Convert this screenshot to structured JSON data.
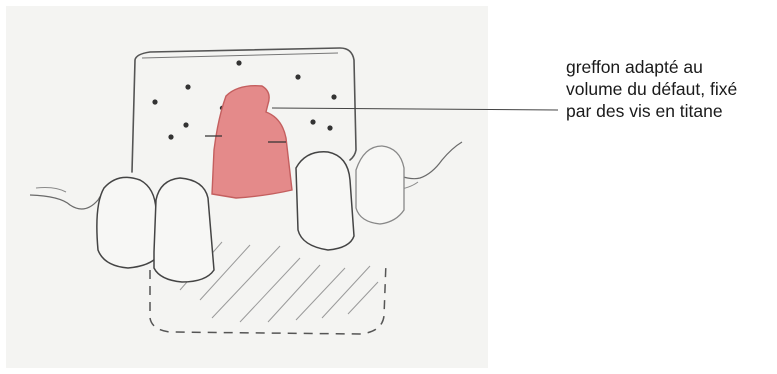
{
  "annotation": {
    "lines": [
      "greffon adapté au",
      "volume du défaut, fixé",
      "par des vis en titane"
    ]
  },
  "colors": {
    "paper": "#f4f4f2",
    "pencil": "#505050",
    "graft": "#e48a8a",
    "graft_edge": "#c45f5f",
    "leader": "#444444"
  },
  "figure": {
    "subject": "pencil sketch of dental bone graft fixed by titanium screws",
    "graft_screw_count": 2,
    "plate_dot_count": 10
  }
}
